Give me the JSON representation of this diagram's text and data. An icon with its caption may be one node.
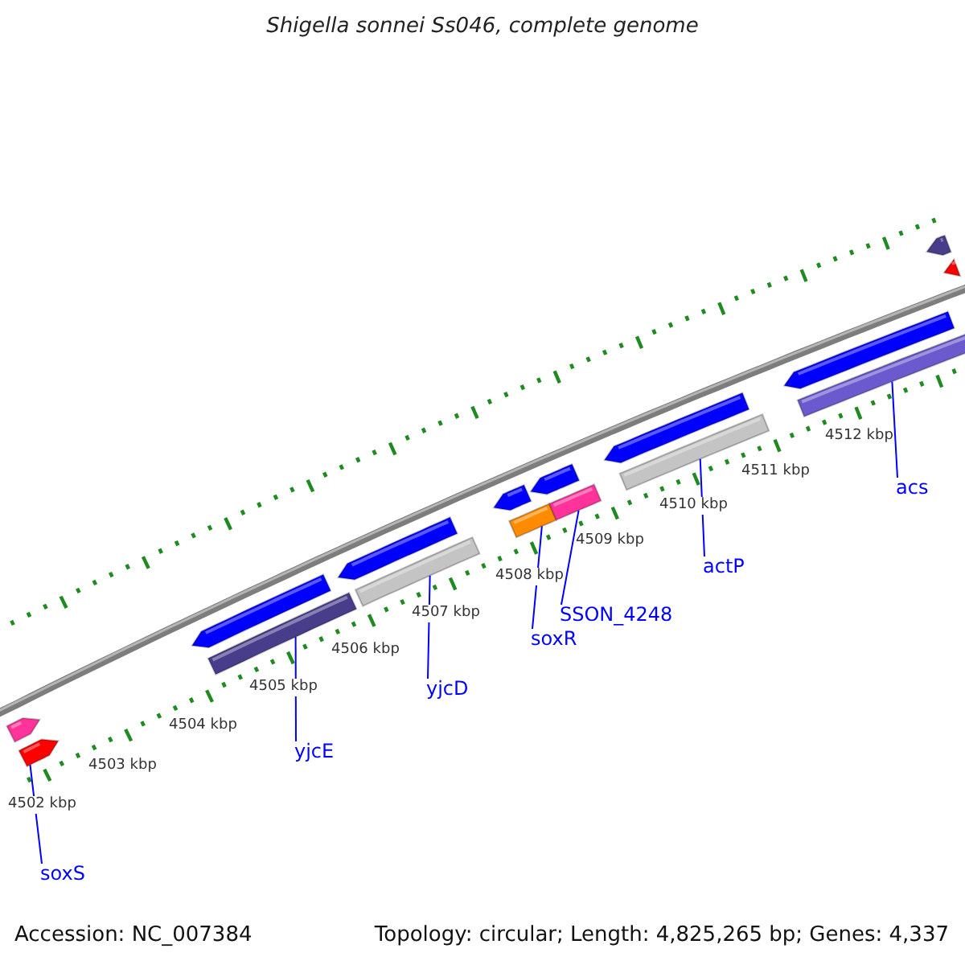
{
  "diagram": {
    "title": "Shigella sonnei Ss046, complete genome",
    "nodes": [
      {
        "text": [
          "soxS"
        ]
      },
      {
        "text": [
          "yjcE"
        ]
      },
      {
        "text": [
          "yjcD"
        ]
      },
      {
        "text": [
          "soxR"
        ]
      },
      {
        "text": [
          "SSON_4248"
        ]
      },
      {
        "text": [
          "actP"
        ]
      },
      {
        "text": [
          "acs"
        ]
      },
      {
        "text": [],
        "shape": "arrow"
      },
      {
        "text": [],
        "shape": "arrow"
      },
      {
        "text": [],
        "shape": "arrow"
      },
      {
        "text": [],
        "shape": "bar"
      },
      {
        "text": [],
        "shape": "arrow"
      },
      {
        "text": [],
        "shape": "bar"
      },
      {
        "text": [],
        "shape": "arrow"
      },
      {
        "text": [],
        "shape": "arrow"
      },
      {
        "text": [],
        "shape": "bar"
      },
      {
        "text": [],
        "shape": "bar"
      },
      {
        "text": [],
        "shape": "arrow"
      },
      {
        "text": [],
        "shape": "bar"
      },
      {
        "text": [],
        "shape": "arrow"
      },
      {
        "text": [],
        "shape": "bar"
      },
      {
        "text": [],
        "shape": "arrow"
      },
      {
        "text": [],
        "shape": "arrow"
      }
    ],
    "edges": [
      {
        "from": 0,
        "to": 8,
        "arrow": "none"
      },
      {
        "from": 1,
        "to": 10,
        "arrow": "none"
      },
      {
        "from": 2,
        "to": 12,
        "arrow": "none"
      },
      {
        "from": 3,
        "to": 15,
        "arrow": "none"
      },
      {
        "from": 4,
        "to": 16,
        "arrow": "none"
      },
      {
        "from": 5,
        "to": 18,
        "arrow": "none"
      },
      {
        "from": 6,
        "to": 20,
        "arrow": "none"
      }
    ],
    "labels": [
      "4502 kbp",
      "4503 kbp",
      "4504 kbp",
      "4505 kbp",
      "4506 kbp",
      "4507 kbp",
      "4508 kbp",
      "4509 kbp",
      "4510 kbp",
      "4511 kbp",
      "4512 kbp",
      "Accession: NC_007384",
      "Topology: circular; Length: 4,825,265 bp; Genes: 4,337"
    ]
  }
}
